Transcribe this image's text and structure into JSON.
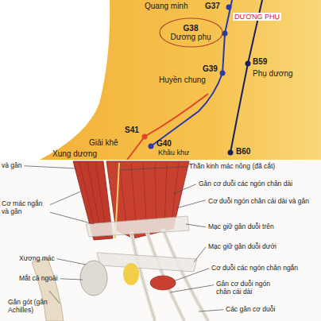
{
  "diagram": {
    "nodes": [
      {
        "text": [
          "G38",
          "Dương phụ"
        ]
      }
    ],
    "labels": [
      "Quang minh",
      "G37",
      "DƯƠNG PHỤ",
      "G39",
      "Huyền chung",
      "B59",
      "Phụ dương",
      "S41",
      "Giải khê",
      "Xung dương",
      "G40",
      "Khâu khư",
      "B60",
      "và gân",
      "Thần kinh mác nông (đã cắt)",
      "Gân cơ duỗi các ngón chân dài",
      "Cơ mác ngắn và gân",
      "Cơ duỗi ngón chân cái dài và gân",
      "Mạc giữ gân duỗi trên",
      "Xương mác",
      "Mạc giữ gân duỗi dưới",
      "Mắt cá ngoài",
      "Cơ duỗi các ngón chân ngắn",
      "Gân cơ duỗi ngón chân cái dài",
      "Gân gót (gân Achilles)",
      "Các gân cơ duỗi"
    ]
  }
}
